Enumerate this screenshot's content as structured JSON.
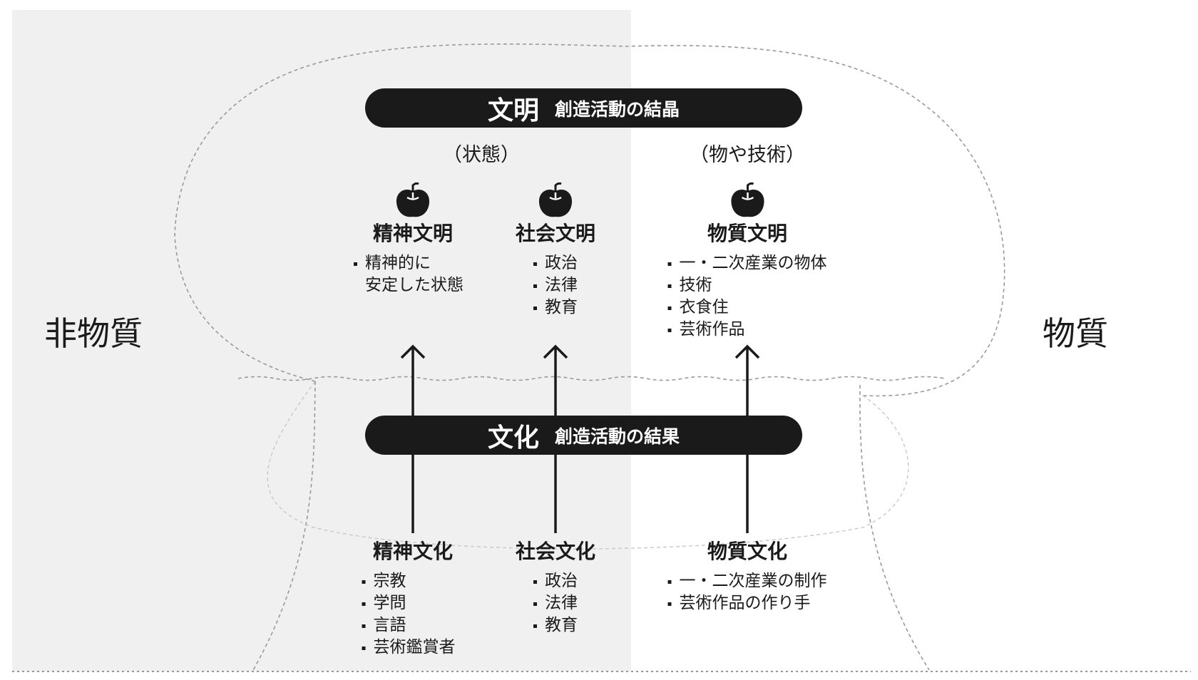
{
  "colors": {
    "panel": "#f0f0f0",
    "ink": "#1a1a1a",
    "dash": "#9a9a9a"
  },
  "labels": {
    "left": "非物質",
    "right": "物質"
  },
  "civilization": {
    "title": "文明",
    "subtitle": "創造活動の結晶",
    "paren_left": "（状態）",
    "paren_right": "（物や技術）"
  },
  "culture": {
    "title": "文化",
    "subtitle": "創造活動の結果"
  },
  "top_columns": [
    {
      "title": "精神文明",
      "items": [
        "精神的に",
        "安定した状態"
      ]
    },
    {
      "title": "社会文明",
      "items": [
        "政治",
        "法律",
        "教育"
      ]
    },
    {
      "title": "物質文明",
      "items": [
        "一・二次産業の物体",
        "技術",
        "衣食住",
        "芸術作品"
      ]
    }
  ],
  "bottom_columns": [
    {
      "title": "精神文化",
      "items": [
        "宗教",
        "学問",
        "言語",
        "芸術鑑賞者"
      ]
    },
    {
      "title": "社会文化",
      "items": [
        "政治",
        "法律",
        "教育"
      ]
    },
    {
      "title": "物質文化",
      "items": [
        "一・二次産業の制作",
        "芸術作品の作り手"
      ]
    }
  ],
  "icons": [
    "apple-icon",
    "arrow-up-icon"
  ]
}
